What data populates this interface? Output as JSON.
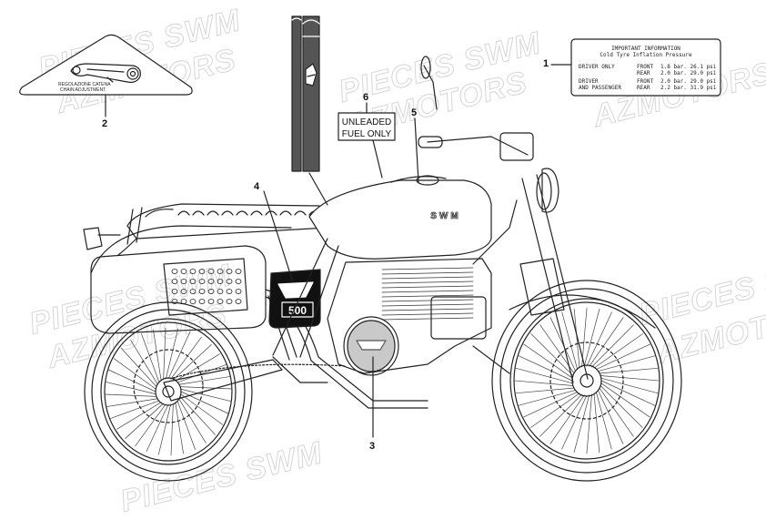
{
  "watermark": {
    "line1": "PIECES SWM",
    "line2": "AZMOTORS"
  },
  "callouts": [
    "1",
    "2",
    "3",
    "4",
    "5",
    "6"
  ],
  "tyre_label": {
    "title": "IMPORTANT INFORMATION",
    "subtitle": "Cold Tyre Inflation Pressure",
    "rows": [
      {
        "load": "DRIVER ONLY",
        "wheel": "FRONT",
        "value": "1.8 bar. 26.1 psi"
      },
      {
        "load": "",
        "wheel": "REAR",
        "value": "2.0 bar. 29.0 psi"
      },
      {
        "load": "DRIVER",
        "wheel": "FRONT",
        "value": "2.0 bar. 29.0 psi"
      },
      {
        "load": "AND PASSENGER",
        "wheel": "REAR",
        "value": "2.2 bar. 31.9 psi"
      }
    ]
  },
  "chain_label": {
    "line1": "REGOLAZIONE CATENA",
    "line2": "CHAIN ADJUSTMENT"
  },
  "fuel_label": {
    "line1": "UNLEADED",
    "line2": "FUEL ONLY"
  },
  "tank_brand": "SWM",
  "side_badge": "500",
  "colors": {
    "line": "#222222",
    "strip": "#555555",
    "badge": "#111111",
    "clutch_cover": "#c9c9c9"
  }
}
